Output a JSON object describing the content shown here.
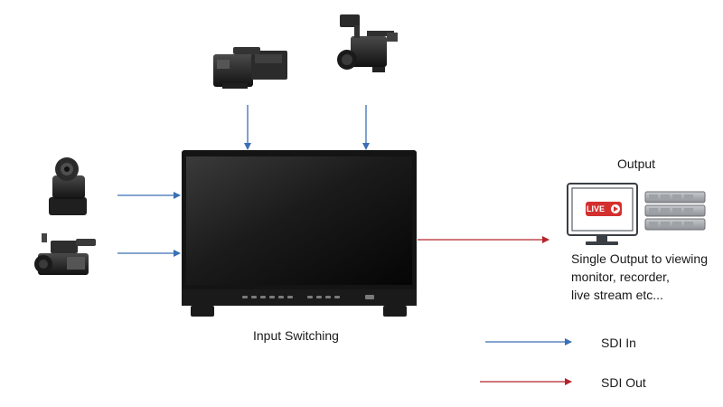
{
  "title": "",
  "labels": {
    "output_heading": "Output",
    "output_description": [
      "Single Output to viewing",
      "monitor, recorder,",
      "live stream etc..."
    ],
    "input_switching": "Input Switching",
    "live_badge": "LIVE"
  },
  "legend": [
    {
      "label": "SDI In",
      "color": "#3a6fb5"
    },
    {
      "label": "SDI Out",
      "color": "#b3262a"
    }
  ],
  "devices": {
    "top_cameras": [
      "broadcast-camera-icon",
      "cinema-camera-icon"
    ],
    "left_cameras": [
      "ptz-camera-icon",
      "camcorder-icon"
    ],
    "center": "reference-monitor-icon",
    "outputs": [
      "viewing-monitor-icon",
      "recorder-icon"
    ]
  },
  "colors": {
    "sdi_in": "#3a6fb5",
    "sdi_out": "#b3262a",
    "live_red": "#d32f2f"
  }
}
